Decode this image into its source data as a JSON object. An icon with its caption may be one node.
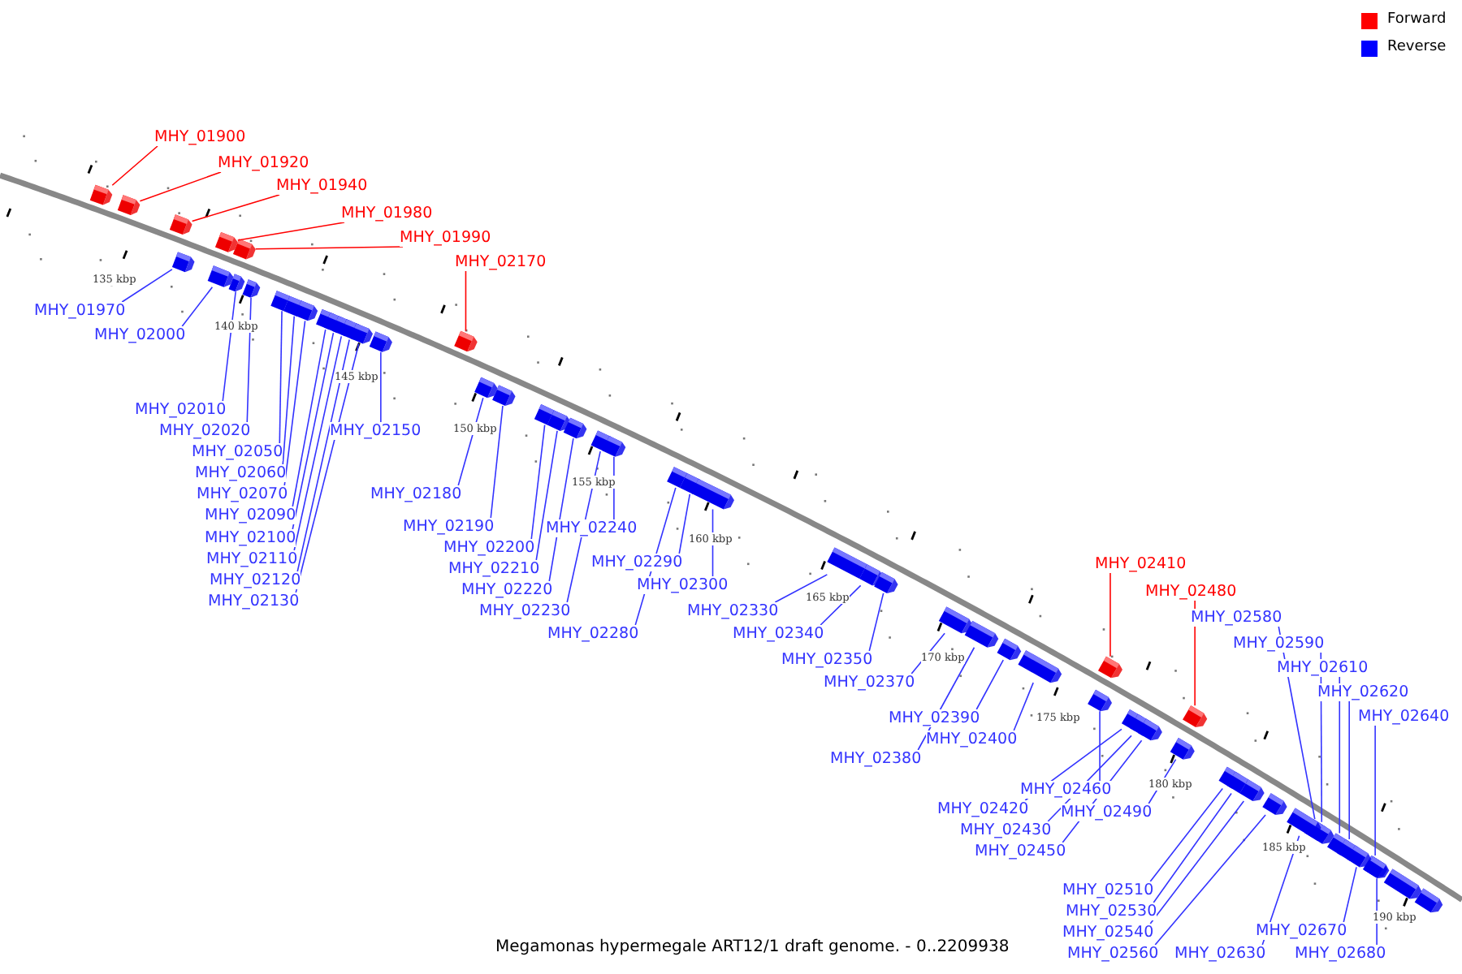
{
  "diagram": {
    "caption": "Megamonas hypermegale ART12/1 draft genome. - 0..2209938",
    "nodes": [
      {
        "text": [
          "MHY_01900"
        ]
      },
      {
        "text": [
          "MHY_01920"
        ]
      },
      {
        "text": [
          "MHY_01940"
        ]
      },
      {
        "text": [
          "MHY_01980"
        ]
      },
      {
        "text": [
          "MHY_01990"
        ]
      },
      {
        "text": [
          "MHY_02170"
        ]
      },
      {
        "text": [
          "MHY_01970"
        ]
      },
      {
        "text": [
          "MHY_02000"
        ]
      },
      {
        "text": [
          "MHY_02010"
        ]
      },
      {
        "text": [
          "MHY_02020"
        ]
      },
      {
        "text": [
          "MHY_02050"
        ]
      },
      {
        "text": [
          "MHY_02060"
        ]
      },
      {
        "text": [
          "MHY_02070"
        ]
      },
      {
        "text": [
          "MHY_02090"
        ]
      },
      {
        "text": [
          "MHY_02100"
        ]
      },
      {
        "text": [
          "MHY_02110"
        ]
      },
      {
        "text": [
          "MHY_02120"
        ]
      },
      {
        "text": [
          "MHY_02130"
        ]
      },
      {
        "text": [
          "MHY_02150"
        ]
      },
      {
        "text": [
          "MHY_02180"
        ]
      },
      {
        "text": [
          "MHY_02190"
        ]
      },
      {
        "text": [
          "MHY_02200"
        ]
      },
      {
        "text": [
          "MHY_02210"
        ]
      },
      {
        "text": [
          "MHY_02220"
        ]
      },
      {
        "text": [
          "MHY_02230"
        ]
      },
      {
        "text": [
          "MHY_02240"
        ]
      },
      {
        "text": [
          "MHY_02280"
        ]
      },
      {
        "text": [
          "MHY_02290"
        ]
      },
      {
        "text": [
          "MHY_02300"
        ]
      },
      {
        "text": [
          "MHY_02410"
        ]
      },
      {
        "text": [
          "MHY_02480"
        ]
      },
      {
        "text": [
          "MHY_02330"
        ]
      },
      {
        "text": [
          "MHY_02340"
        ]
      },
      {
        "text": [
          "MHY_02350"
        ]
      },
      {
        "text": [
          "MHY_02370"
        ]
      },
      {
        "text": [
          "MHY_02380"
        ]
      },
      {
        "text": [
          "MHY_02390"
        ]
      },
      {
        "text": [
          "MHY_02400"
        ]
      },
      {
        "text": [
          "MHY_02580"
        ]
      },
      {
        "text": [
          "MHY_02590"
        ]
      },
      {
        "text": [
          "MHY_02610"
        ]
      },
      {
        "text": [
          "MHY_02620"
        ]
      },
      {
        "text": [
          "MHY_02640"
        ]
      },
      {
        "text": [
          "MHY_02460"
        ]
      },
      {
        "text": [
          "MHY_02420"
        ]
      },
      {
        "text": [
          "MHY_02430"
        ]
      },
      {
        "text": [
          "MHY_02490"
        ]
      },
      {
        "text": [
          "MHY_02450"
        ]
      },
      {
        "text": [
          "MHY_02510"
        ]
      },
      {
        "text": [
          "MHY_02530"
        ]
      },
      {
        "text": [
          "MHY_02540"
        ]
      },
      {
        "text": [
          "MHY_02560"
        ]
      },
      {
        "text": [
          "MHY_02630"
        ]
      },
      {
        "text": [
          "MHY_02670"
        ]
      },
      {
        "text": [
          "MHY_02680"
        ]
      },
      {
        "text": [],
        "shape": "box"
      },
      {
        "text": [],
        "shape": "box"
      },
      {
        "text": [],
        "shape": "box"
      },
      {
        "text": [],
        "shape": "box"
      },
      {
        "text": [],
        "shape": "box"
      },
      {
        "text": [],
        "shape": "box"
      },
      {
        "text": [],
        "shape": "box"
      },
      {
        "text": [],
        "shape": "box"
      },
      {
        "text": [],
        "shape": "box"
      },
      {
        "text": [],
        "shape": "box"
      },
      {
        "text": [],
        "shape": "box"
      },
      {
        "text": [],
        "shape": "box"
      },
      {
        "text": [],
        "shape": "box"
      },
      {
        "text": [],
        "shape": "box"
      },
      {
        "text": [],
        "shape": "box"
      },
      {
        "text": [],
        "shape": "box"
      },
      {
        "text": [],
        "shape": "box"
      },
      {
        "text": [],
        "shape": "box"
      },
      {
        "text": [],
        "shape": "box"
      },
      {
        "text": [],
        "shape": "box"
      },
      {
        "text": [],
        "shape": "box"
      },
      {
        "text": [],
        "shape": "box"
      },
      {
        "text": [],
        "shape": "box"
      },
      {
        "text": [],
        "shape": "box"
      },
      {
        "text": [],
        "shape": "box"
      },
      {
        "text": [],
        "shape": "box"
      },
      {
        "text": [],
        "shape": "box"
      },
      {
        "text": [],
        "shape": "box"
      },
      {
        "text": [],
        "shape": "box"
      },
      {
        "text": [],
        "shape": "box"
      },
      {
        "text": [],
        "shape": "box"
      },
      {
        "text": [],
        "shape": "box"
      },
      {
        "text": [],
        "shape": "box"
      },
      {
        "text": [],
        "shape": "box"
      },
      {
        "text": [],
        "shape": "box"
      },
      {
        "text": [],
        "shape": "box"
      },
      {
        "text": [],
        "shape": "box"
      },
      {
        "text": [],
        "shape": "box"
      },
      {
        "text": [],
        "shape": "box"
      },
      {
        "text": [],
        "shape": "box"
      },
      {
        "text": [],
        "shape": "box"
      },
      {
        "text": [],
        "shape": "box"
      },
      {
        "text": [],
        "shape": "box"
      },
      {
        "text": [],
        "shape": "box"
      },
      {
        "text": [],
        "shape": "box"
      },
      {
        "text": [],
        "shape": "box"
      },
      {
        "text": [],
        "shape": "box"
      },
      {
        "text": [],
        "shape": "box"
      },
      {
        "text": [],
        "shape": "box"
      },
      {
        "text": [],
        "shape": "box"
      },
      {
        "text": [],
        "shape": "box"
      },
      {
        "text": [],
        "shape": "box"
      },
      {
        "text": [],
        "shape": "box"
      },
      {
        "text": [],
        "shape": "box"
      },
      {
        "text": [],
        "shape": "box"
      },
      {
        "text": [],
        "shape": "box"
      },
      {
        "text": [],
        "shape": "box"
      }
    ],
    "edges": [
      {
        "from": 0,
        "to": 55,
        "arrow": "none",
        "color": "#ff0000"
      },
      {
        "from": 1,
        "to": 56,
        "arrow": "none",
        "color": "#ff0000"
      },
      {
        "from": 2,
        "to": 57,
        "arrow": "none",
        "color": "#ff0000"
      },
      {
        "from": 3,
        "to": 58,
        "arrow": "none",
        "color": "#ff0000"
      },
      {
        "from": 4,
        "to": 59,
        "arrow": "none",
        "color": "#ff0000"
      },
      {
        "from": 5,
        "to": 60,
        "arrow": "none",
        "color": "#ff0000"
      },
      {
        "from": 6,
        "to": 61,
        "arrow": "none"
      },
      {
        "from": 7,
        "to": 62,
        "arrow": "none"
      },
      {
        "from": 8,
        "to": 63,
        "arrow": "none"
      },
      {
        "from": 9,
        "to": 64,
        "arrow": "none"
      },
      {
        "from": 10,
        "to": 65,
        "arrow": "none"
      },
      {
        "from": 11,
        "to": 66,
        "arrow": "none"
      },
      {
        "from": 12,
        "to": 67,
        "arrow": "none"
      },
      {
        "from": 13,
        "to": 68,
        "arrow": "none"
      },
      {
        "from": 14,
        "to": 69,
        "arrow": "none"
      },
      {
        "from": 15,
        "to": 70,
        "arrow": "none"
      },
      {
        "from": 16,
        "to": 71,
        "arrow": "none"
      },
      {
        "from": 17,
        "to": 72,
        "arrow": "none"
      },
      {
        "from": 18,
        "to": 73,
        "arrow": "none"
      },
      {
        "from": 19,
        "to": 74,
        "arrow": "none"
      },
      {
        "from": 20,
        "to": 75,
        "arrow": "none"
      },
      {
        "from": 21,
        "to": 76,
        "arrow": "none"
      },
      {
        "from": 22,
        "to": 77,
        "arrow": "none"
      },
      {
        "from": 23,
        "to": 78,
        "arrow": "none"
      },
      {
        "from": 24,
        "to": 79,
        "arrow": "none"
      },
      {
        "from": 25,
        "to": 80,
        "arrow": "none"
      },
      {
        "from": 26,
        "to": 81,
        "arrow": "none"
      },
      {
        "from": 27,
        "to": 82,
        "arrow": "none"
      },
      {
        "from": 28,
        "to": 83,
        "arrow": "none"
      },
      {
        "from": 29,
        "to": 84,
        "arrow": "none",
        "color": "#ff0000"
      },
      {
        "from": 30,
        "to": 85,
        "arrow": "none",
        "color": "#ff0000"
      },
      {
        "from": 31,
        "to": 86,
        "arrow": "none"
      },
      {
        "from": 32,
        "to": 87,
        "arrow": "none"
      },
      {
        "from": 33,
        "to": 88,
        "arrow": "none"
      },
      {
        "from": 34,
        "to": 89,
        "arrow": "none"
      },
      {
        "from": 35,
        "to": 90,
        "arrow": "none"
      },
      {
        "from": 36,
        "to": 91,
        "arrow": "none"
      },
      {
        "from": 37,
        "to": 92,
        "arrow": "none"
      },
      {
        "from": 38,
        "to": 93,
        "arrow": "none"
      },
      {
        "from": 39,
        "to": 94,
        "arrow": "none"
      },
      {
        "from": 40,
        "to": 95,
        "arrow": "none"
      },
      {
        "from": 41,
        "to": 96,
        "arrow": "none"
      },
      {
        "from": 42,
        "to": 97,
        "arrow": "none"
      },
      {
        "from": 43,
        "to": 98,
        "arrow": "none"
      },
      {
        "from": 44,
        "to": 99,
        "arrow": "none"
      },
      {
        "from": 45,
        "to": 100,
        "arrow": "none"
      },
      {
        "from": 46,
        "to": 101,
        "arrow": "none"
      },
      {
        "from": 47,
        "to": 102,
        "arrow": "none"
      },
      {
        "from": 48,
        "to": 103,
        "arrow": "none"
      },
      {
        "from": 49,
        "to": 104,
        "arrow": "none"
      },
      {
        "from": 50,
        "to": 105,
        "arrow": "none"
      },
      {
        "from": 51,
        "to": 106,
        "arrow": "none"
      },
      {
        "from": 52,
        "to": 107,
        "arrow": "none"
      },
      {
        "from": 53,
        "to": 108,
        "arrow": "none"
      },
      {
        "from": 54,
        "to": 109,
        "arrow": "none"
      }
    ],
    "labels": [
      "135 kbp",
      "140 kbp",
      "145 kbp",
      "150 kbp",
      "155 kbp",
      "160 kbp",
      "165 kbp",
      "170 kbp",
      "175 kbp",
      "180 kbp",
      "185 kbp",
      "190 kbp"
    ],
    "legend": [
      {
        "text": "Forward",
        "color": "#ff0000"
      },
      {
        "text": "Reverse",
        "color": "#0000ff"
      }
    ]
  }
}
